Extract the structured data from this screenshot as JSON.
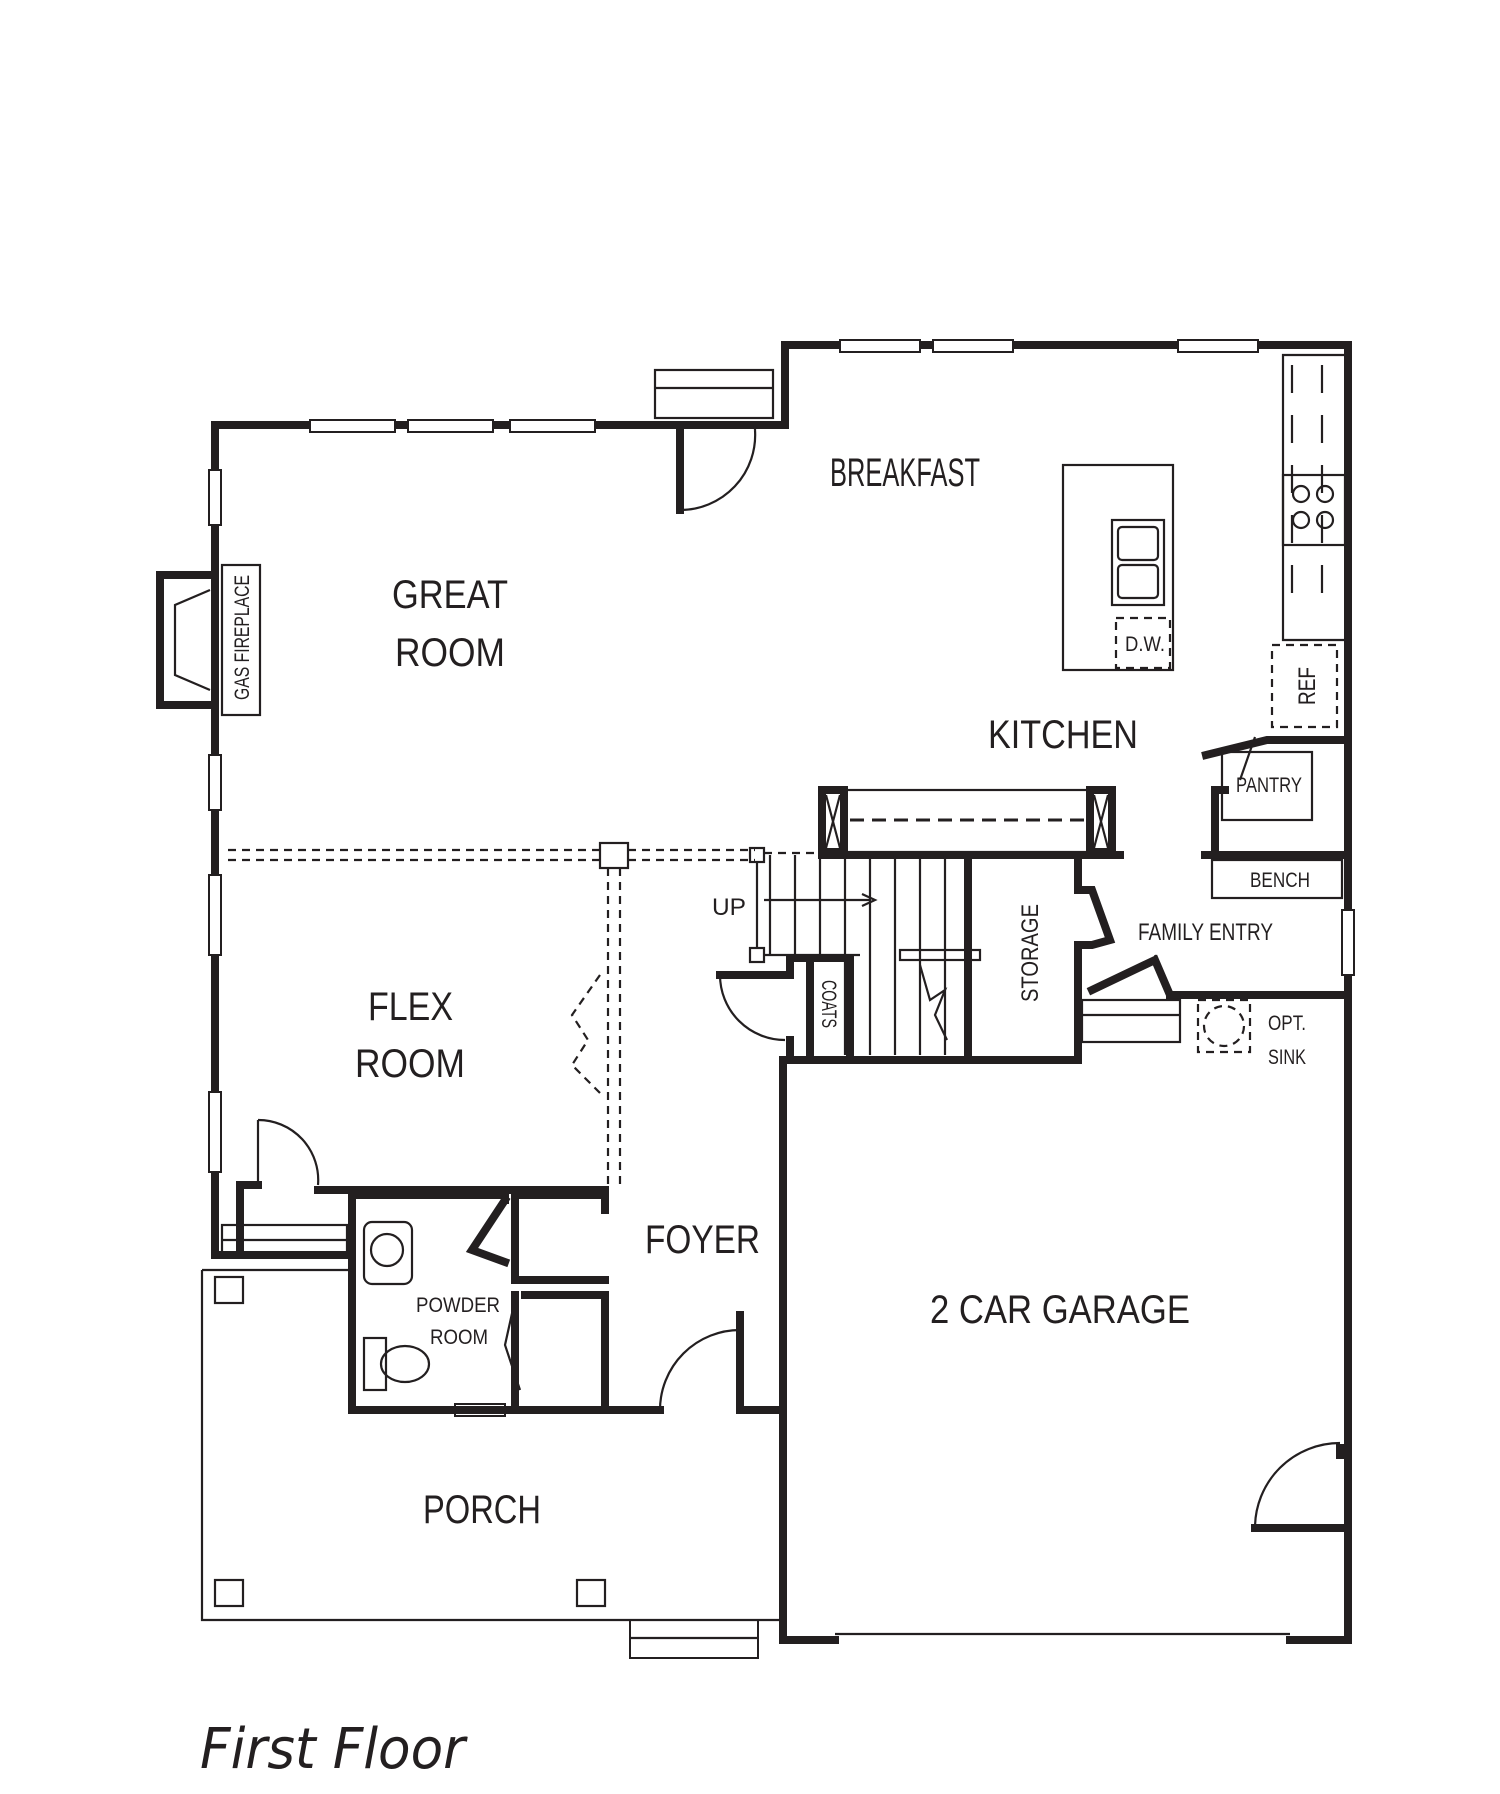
{
  "title": "First Floor",
  "rooms": {
    "breakfast": "BREAKFAST",
    "great_room_line1": "GREAT",
    "great_room_line2": "ROOM",
    "kitchen": "KITCHEN",
    "gas_fireplace": "GAS FIREPLACE",
    "dishwasher": "D.W.",
    "ref": "REF",
    "pantry": "PANTRY",
    "bench": "BENCH",
    "family_entry": "FAMILY ENTRY",
    "up": "UP",
    "storage": "STORAGE",
    "coats": "COATS",
    "opt_sink_line1": "OPT.",
    "opt_sink_line2": "SINK",
    "flex_room_line1": "FLEX",
    "flex_room_line2": "ROOM",
    "foyer": "FOYER",
    "powder_room_line1": "POWDER",
    "powder_room_line2": "ROOM",
    "garage": "2 CAR GARAGE",
    "porch": "PORCH"
  }
}
